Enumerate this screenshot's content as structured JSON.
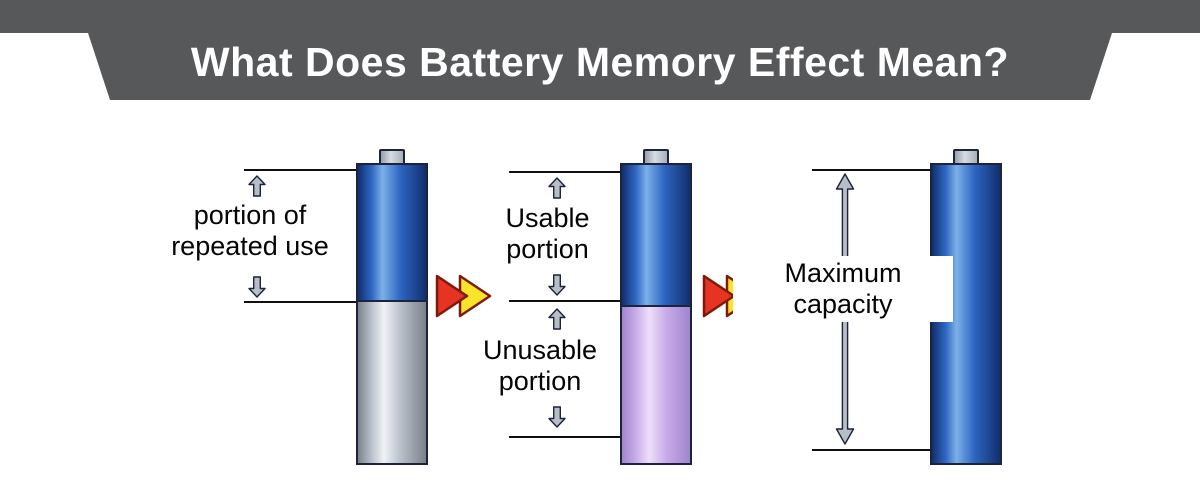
{
  "header": {
    "title": "What Does Battery Memory Effect Mean?"
  },
  "diagram": {
    "left_battery": {
      "label": {
        "line1": "portion of",
        "line2": "repeated use"
      }
    },
    "middle_battery": {
      "usable_label": {
        "line1": "Usable",
        "line2": "portion"
      },
      "unusable_label": {
        "line1": "Unusable",
        "line2": "portion"
      }
    },
    "right_battery": {
      "label": {
        "line1": "Maximum",
        "line2": "capacity"
      }
    }
  },
  "icons": {
    "up_block_arrow": "⇧",
    "down_block_arrow": "⇩",
    "transition_chevron": "»",
    "vertical_double_arrow": "↕"
  },
  "colors": {
    "header_bg": "#57585a",
    "header_text": "#ffffff",
    "outline": "#1b2438",
    "line": "#101010",
    "text": "#050505",
    "blue_dark": "#122f6e",
    "blue_mid": "#2e66c2",
    "blue_light": "#7cb0e8",
    "silver_dark": "#7c828c",
    "silver_mid": "#bac1ca",
    "silver_light": "#f0f3f6",
    "purple_dark": "#9f85cc",
    "purple_mid": "#c9abe9",
    "purple_light": "#eedff9",
    "gray_arrow": "#b7bec7",
    "arrow_red": "#e63322",
    "arrow_yellow": "#f8e428",
    "arrow_outline": "#7e1a0c"
  }
}
